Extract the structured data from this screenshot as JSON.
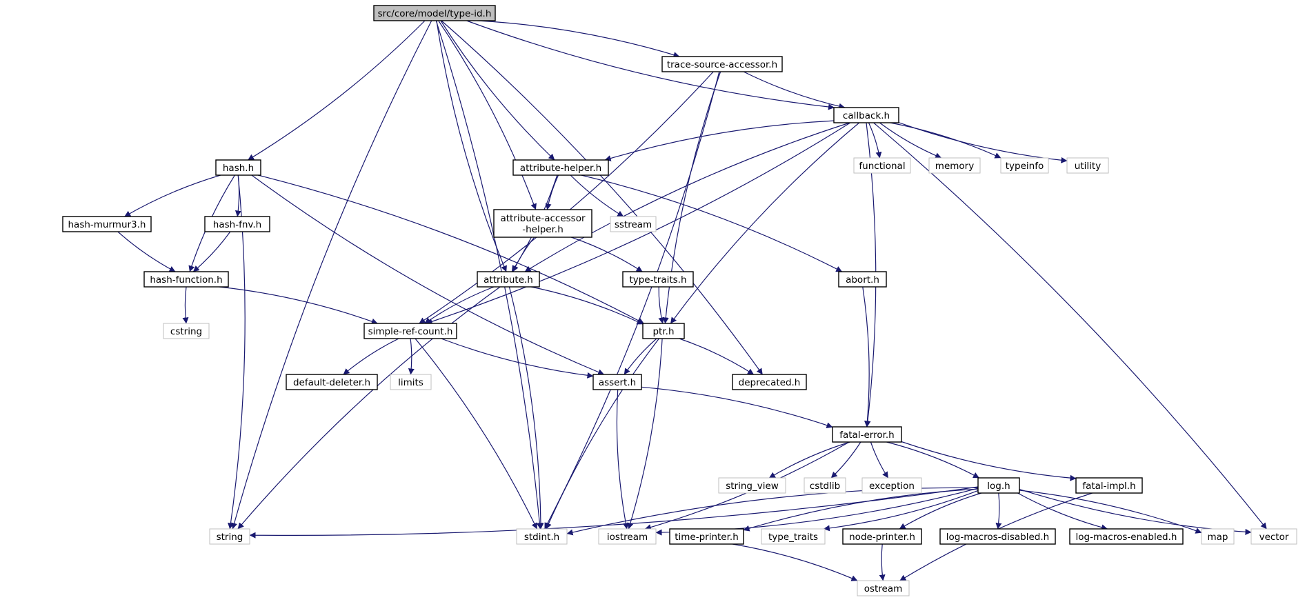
{
  "diagram": {
    "nodes": [
      {
        "id": "type_id",
        "label": "src/core/model/type-id.h",
        "style": "root"
      },
      {
        "id": "trace_src",
        "label": "trace-source-accessor.h",
        "style": "header"
      },
      {
        "id": "callback",
        "label": "callback.h",
        "style": "header"
      },
      {
        "id": "hash",
        "label": "hash.h",
        "style": "header"
      },
      {
        "id": "attr_helper",
        "label": "attribute-helper.h",
        "style": "header"
      },
      {
        "id": "functional",
        "label": "functional",
        "style": "system"
      },
      {
        "id": "memory",
        "label": "memory",
        "style": "system"
      },
      {
        "id": "typeinfo",
        "label": "typeinfo",
        "style": "system"
      },
      {
        "id": "utility",
        "label": "utility",
        "style": "system"
      },
      {
        "id": "murmur",
        "label": "hash-murmur3.h",
        "style": "header"
      },
      {
        "id": "fnv",
        "label": "hash-fnv.h",
        "style": "header"
      },
      {
        "id": "attr_acc",
        "label": "attribute-accessor\n-helper.h",
        "style": "header"
      },
      {
        "id": "sstream",
        "label": "sstream",
        "style": "system"
      },
      {
        "id": "hash_func",
        "label": "hash-function.h",
        "style": "header"
      },
      {
        "id": "attribute",
        "label": "attribute.h",
        "style": "header"
      },
      {
        "id": "type_traits_h",
        "label": "type-traits.h",
        "style": "header"
      },
      {
        "id": "abort",
        "label": "abort.h",
        "style": "header"
      },
      {
        "id": "cstring",
        "label": "cstring",
        "style": "system"
      },
      {
        "id": "src",
        "label": "simple-ref-count.h",
        "style": "header"
      },
      {
        "id": "ptr",
        "label": "ptr.h",
        "style": "header"
      },
      {
        "id": "def_del",
        "label": "default-deleter.h",
        "style": "header"
      },
      {
        "id": "limits",
        "label": "limits",
        "style": "system"
      },
      {
        "id": "assert",
        "label": "assert.h",
        "style": "header"
      },
      {
        "id": "deprecated",
        "label": "deprecated.h",
        "style": "header"
      },
      {
        "id": "fatal_err",
        "label": "fatal-error.h",
        "style": "header"
      },
      {
        "id": "string_view",
        "label": "string_view",
        "style": "system"
      },
      {
        "id": "cstdlib",
        "label": "cstdlib",
        "style": "system"
      },
      {
        "id": "exception",
        "label": "exception",
        "style": "system"
      },
      {
        "id": "log",
        "label": "log.h",
        "style": "header"
      },
      {
        "id": "fatal_impl",
        "label": "fatal-impl.h",
        "style": "header"
      },
      {
        "id": "string",
        "label": "string",
        "style": "system"
      },
      {
        "id": "stdint",
        "label": "stdint.h",
        "style": "system"
      },
      {
        "id": "iostream",
        "label": "iostream",
        "style": "system"
      },
      {
        "id": "time_printer",
        "label": "time-printer.h",
        "style": "header"
      },
      {
        "id": "type_traits",
        "label": "type_traits",
        "style": "system"
      },
      {
        "id": "node_printer",
        "label": "node-printer.h",
        "style": "header"
      },
      {
        "id": "log_dis",
        "label": "log-macros-disabled.h",
        "style": "header"
      },
      {
        "id": "log_en",
        "label": "log-macros-enabled.h",
        "style": "header"
      },
      {
        "id": "map",
        "label": "map",
        "style": "system"
      },
      {
        "id": "vector",
        "label": "vector",
        "style": "system"
      },
      {
        "id": "ostream",
        "label": "ostream",
        "style": "system"
      }
    ],
    "edges": [
      [
        "type_id",
        "trace_src"
      ],
      [
        "type_id",
        "callback"
      ],
      [
        "type_id",
        "hash"
      ],
      [
        "type_id",
        "attr_helper"
      ],
      [
        "type_id",
        "attr_acc"
      ],
      [
        "type_id",
        "attribute"
      ],
      [
        "type_id",
        "stdint"
      ],
      [
        "type_id",
        "string"
      ],
      [
        "type_id",
        "deprecated"
      ],
      [
        "trace_src",
        "callback"
      ],
      [
        "trace_src",
        "src"
      ],
      [
        "trace_src",
        "ptr"
      ],
      [
        "trace_src",
        "stdint"
      ],
      [
        "callback",
        "attr_helper"
      ],
      [
        "callback",
        "functional"
      ],
      [
        "callback",
        "memory"
      ],
      [
        "callback",
        "typeinfo"
      ],
      [
        "callback",
        "utility"
      ],
      [
        "callback",
        "vector"
      ],
      [
        "callback",
        "attribute"
      ],
      [
        "callback",
        "src"
      ],
      [
        "callback",
        "ptr"
      ],
      [
        "callback",
        "fatal_err"
      ],
      [
        "hash",
        "murmur"
      ],
      [
        "hash",
        "fnv"
      ],
      [
        "hash",
        "hash_func"
      ],
      [
        "hash",
        "string"
      ],
      [
        "hash",
        "assert"
      ],
      [
        "hash",
        "ptr"
      ],
      [
        "murmur",
        "hash_func"
      ],
      [
        "fnv",
        "hash_func"
      ],
      [
        "hash_func",
        "cstring"
      ],
      [
        "hash_func",
        "src"
      ],
      [
        "attr_helper",
        "attr_acc"
      ],
      [
        "attr_helper",
        "attribute"
      ],
      [
        "attr_helper",
        "sstream"
      ],
      [
        "attr_helper",
        "abort"
      ],
      [
        "attr_acc",
        "attribute"
      ],
      [
        "attr_acc",
        "type_traits_h"
      ],
      [
        "attribute",
        "src"
      ],
      [
        "attribute",
        "ptr"
      ],
      [
        "attribute",
        "string"
      ],
      [
        "attribute",
        "stdint"
      ],
      [
        "type_traits_h",
        "ptr"
      ],
      [
        "abort",
        "fatal_err"
      ],
      [
        "src",
        "def_del"
      ],
      [
        "src",
        "limits"
      ],
      [
        "src",
        "assert"
      ],
      [
        "src",
        "stdint"
      ],
      [
        "ptr",
        "assert"
      ],
      [
        "ptr",
        "deprecated"
      ],
      [
        "ptr",
        "stdint"
      ],
      [
        "ptr",
        "iostream"
      ],
      [
        "assert",
        "iostream"
      ],
      [
        "assert",
        "fatal_err"
      ],
      [
        "fatal_err",
        "string_view"
      ],
      [
        "fatal_err",
        "cstdlib"
      ],
      [
        "fatal_err",
        "exception"
      ],
      [
        "fatal_err",
        "log"
      ],
      [
        "fatal_err",
        "fatal_impl"
      ],
      [
        "fatal_err",
        "iostream"
      ],
      [
        "fatal_impl",
        "ostream"
      ],
      [
        "log",
        "string"
      ],
      [
        "log",
        "stdint"
      ],
      [
        "log",
        "iostream"
      ],
      [
        "log",
        "time_printer"
      ],
      [
        "log",
        "type_traits"
      ],
      [
        "log",
        "node_printer"
      ],
      [
        "log",
        "log_dis"
      ],
      [
        "log",
        "log_en"
      ],
      [
        "log",
        "map"
      ],
      [
        "log",
        "vector"
      ],
      [
        "time_printer",
        "ostream"
      ],
      [
        "node_printer",
        "ostream"
      ]
    ],
    "colors": {
      "edge": "#191970",
      "header_border": "#000000",
      "system_border": "#bfbfbf",
      "system_text": "#000000",
      "root_fill": "#bfbfbf",
      "background": "#ffffff"
    }
  }
}
